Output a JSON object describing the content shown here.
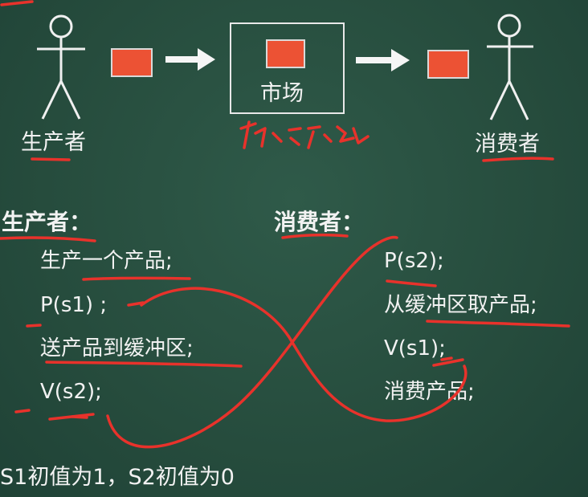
{
  "top": {
    "producer_label": "生产者",
    "market_label": "市场",
    "consumer_label": "消费者"
  },
  "producer_section": {
    "heading": "生产者：",
    "lines": [
      "生产一个产品;",
      "P(s1) ;",
      "送产品到缓冲区;",
      "V(s2);"
    ]
  },
  "consumer_section": {
    "heading": "消费者：",
    "lines": [
      "P(s2);",
      "从缓冲区取产品;",
      "V(s1);",
      "消费产品;"
    ]
  },
  "footer": "S1初值为1，S2初值为0",
  "colors": {
    "board": "#264c3d",
    "chalk": "#f2f2f2",
    "product": "#ec5234",
    "annotation": "#e8322b"
  }
}
